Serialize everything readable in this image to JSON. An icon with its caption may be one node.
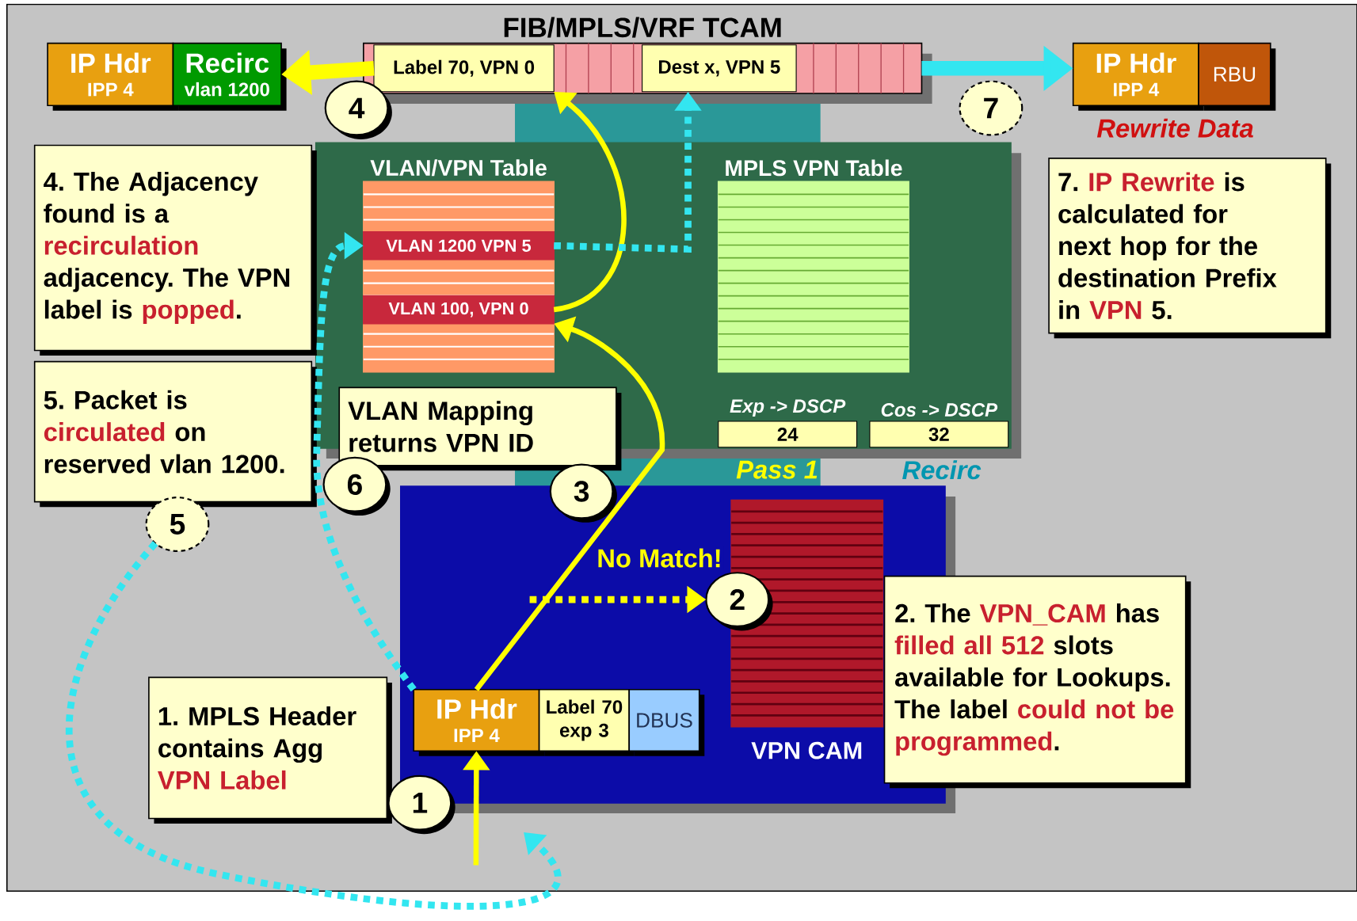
{
  "diagram": {
    "nodes": [
      {
        "text": [
          "IP Hdr",
          "IPP 4"
        ]
      },
      {
        "text": [
          "Recirc",
          "vlan 1200"
        ]
      },
      {
        "text": [
          "FIB/MPLS/VRF TCAM"
        ]
      },
      {
        "text": [
          "Label 70, VPN 0"
        ],
        "in": 2
      },
      {
        "text": [
          "Dest x, VPN 5"
        ],
        "in": 2
      },
      {
        "text": [
          "IP Hdr",
          "IPP 4"
        ]
      },
      {
        "text": [
          "RBU"
        ]
      },
      {
        "text": [
          "4"
        ]
      },
      {
        "text": [
          "7"
        ]
      },
      {
        "text": [
          "4. The Adjacency found is a **recirculation** adjacency. The VPN label is **popped**."
        ]
      },
      {
        "text": [],
        "shape": "box"
      },
      {
        "text": [
          "VLAN/VPN Table"
        ],
        "in": 10
      },
      {
        "text": [
          "VLAN 1200 VPN 5"
        ],
        "in": 11
      },
      {
        "text": [
          "VLAN 100, VPN 0"
        ],
        "in": 11
      },
      {
        "text": [
          "MPLS VPN Table"
        ],
        "in": 10
      },
      {
        "text": [
          "24"
        ],
        "beside": [
          "Exp -> DSCP"
        ],
        "in": 10
      },
      {
        "text": [
          "32"
        ],
        "beside": [
          "Cos -> DSCP"
        ],
        "in": 10
      },
      {
        "text": [
          "7. **IP Rewrite** is calculated for next hop for the destination Prefix in **VPN** 5."
        ]
      },
      {
        "text": [
          "5. Packet is **circulated** on reserved vlan 1200."
        ]
      },
      {
        "text": [
          "VLAN Mapping returns VPN ID"
        ]
      },
      {
        "text": [
          "6"
        ]
      },
      {
        "text": [
          "3"
        ]
      },
      {
        "text": [
          "5"
        ]
      },
      {
        "text": [],
        "shape": "box"
      },
      {
        "text": [
          "VPN CAM"
        ],
        "in": 23
      },
      {
        "text": [
          "2"
        ],
        "in": 23
      },
      {
        "text": [
          "2. The **VPN_CAM** has **filled all 512** slots available for Lookups. The label **could not be programmed**."
        ]
      },
      {
        "text": [
          "1. MPLS Header contains Agg **VPN Label**"
        ]
      },
      {
        "text": [
          "IP Hdr",
          "IPP 4"
        ],
        "in": 23
      },
      {
        "text": [
          "Label 70 exp 3"
        ],
        "in": 23
      },
      {
        "text": [
          "DBUS"
        ],
        "in": 23
      },
      {
        "text": [
          "1"
        ]
      }
    ],
    "edges": [
      {
        "from": null,
        "to": 28,
        "arrow": "to"
      },
      {
        "from": 28,
        "to": 13,
        "arrow": "to"
      },
      {
        "from": 13,
        "to": 3,
        "arrow": "to"
      },
      {
        "from": 3,
        "to": 1,
        "arrow": "to",
        "style": "thick"
      },
      {
        "from": null,
        "to": 25,
        "arrow": "to",
        "label": "No Match!",
        "style": "dashed"
      },
      {
        "from": 12,
        "to": 4,
        "arrow": "to",
        "style": "dashed",
        "color": "#33e6f0"
      },
      {
        "from": 2,
        "to": 5,
        "arrow": "to",
        "style": "thick",
        "color": "#33e6f0"
      },
      {
        "from": 28,
        "to": 12,
        "arrow": "to",
        "style": "dashed",
        "color": "#33e6f0"
      },
      {
        "from": 22,
        "to": null,
        "arrow": "to",
        "style": "dashed",
        "color": "#33e6f0"
      }
    ],
    "labels": [
      "Rewrite Data",
      "Pass 1",
      "Recirc"
    ]
  }
}
